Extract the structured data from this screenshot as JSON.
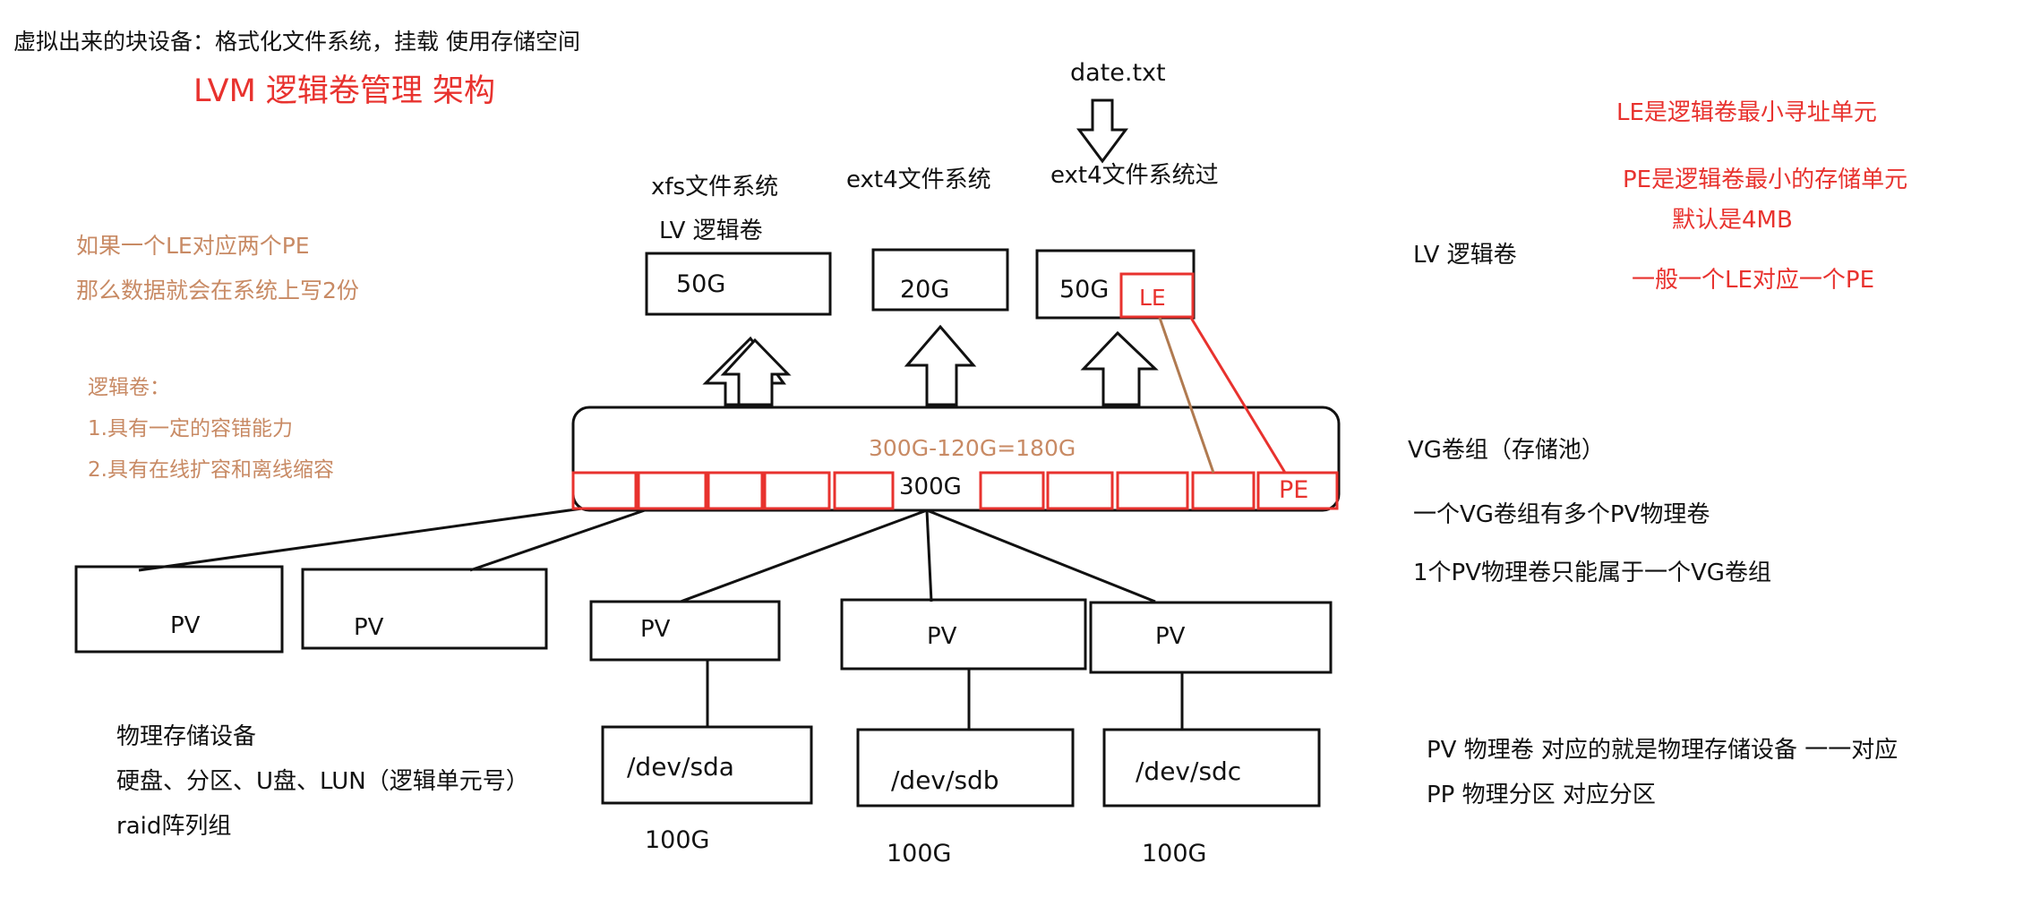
{
  "header": {
    "top_note": "虚拟出来的块设备：格式化文件系统，挂载 使用存储空间",
    "title": "LVM 逻辑卷管理  架构"
  },
  "left_notes": {
    "le_pe_line1": "如果一个LE对应两个PE",
    "le_pe_line2": "那么数据就会在系统上写2份",
    "lv_heading": "逻辑卷：",
    "lv_point1": "1.具有一定的容错能力",
    "lv_point2": "2.具有在线扩容和离线缩容"
  },
  "filesystems": {
    "xfs": "xfs文件系统",
    "ext4_a": "ext4文件系统",
    "ext4_b": "ext4文件系统过",
    "file": "date.txt",
    "lv_label": "LV 逻辑卷"
  },
  "logical_volumes": [
    {
      "size": "50G"
    },
    {
      "size": "20G"
    },
    {
      "size": "50G",
      "le": "LE"
    }
  ],
  "volume_group": {
    "calc": "300G-120G=180G",
    "total": "300G",
    "pe": "PE",
    "colors": {
      "pe_border": "#e8322e",
      "le_link": "#b07a50"
    }
  },
  "right_notes": {
    "le_def": "LE是逻辑卷最小寻址单元",
    "pe_def": "PE是逻辑卷最小的存储单元",
    "pe_default": "默认是4MB",
    "le_pe_map": "一般一个LE对应一个PE",
    "lv": "LV 逻辑卷",
    "vg": "VG卷组（存储池）",
    "vg_pv": "一个VG卷组有多个PV物理卷",
    "pv_vg": "1个PV物理卷只能属于一个VG卷组",
    "pv_desc": "PV 物理卷  对应的就是物理存储设备 一一对应",
    "pp_desc": "PP 物理分区  对应分区"
  },
  "physical_volumes": [
    "PV",
    "PV",
    "PV",
    "PV",
    "PV"
  ],
  "devices": [
    {
      "name": "/dev/sda",
      "size": "100G"
    },
    {
      "name": "/dev/sdb",
      "size": "100G"
    },
    {
      "name": "/dev/sdc",
      "size": "100G"
    }
  ],
  "storage": {
    "heading": "物理存储设备",
    "types": "硬盘、分区、U盘、LUN（逻辑单元号）",
    "raid": "raid阵列组"
  }
}
